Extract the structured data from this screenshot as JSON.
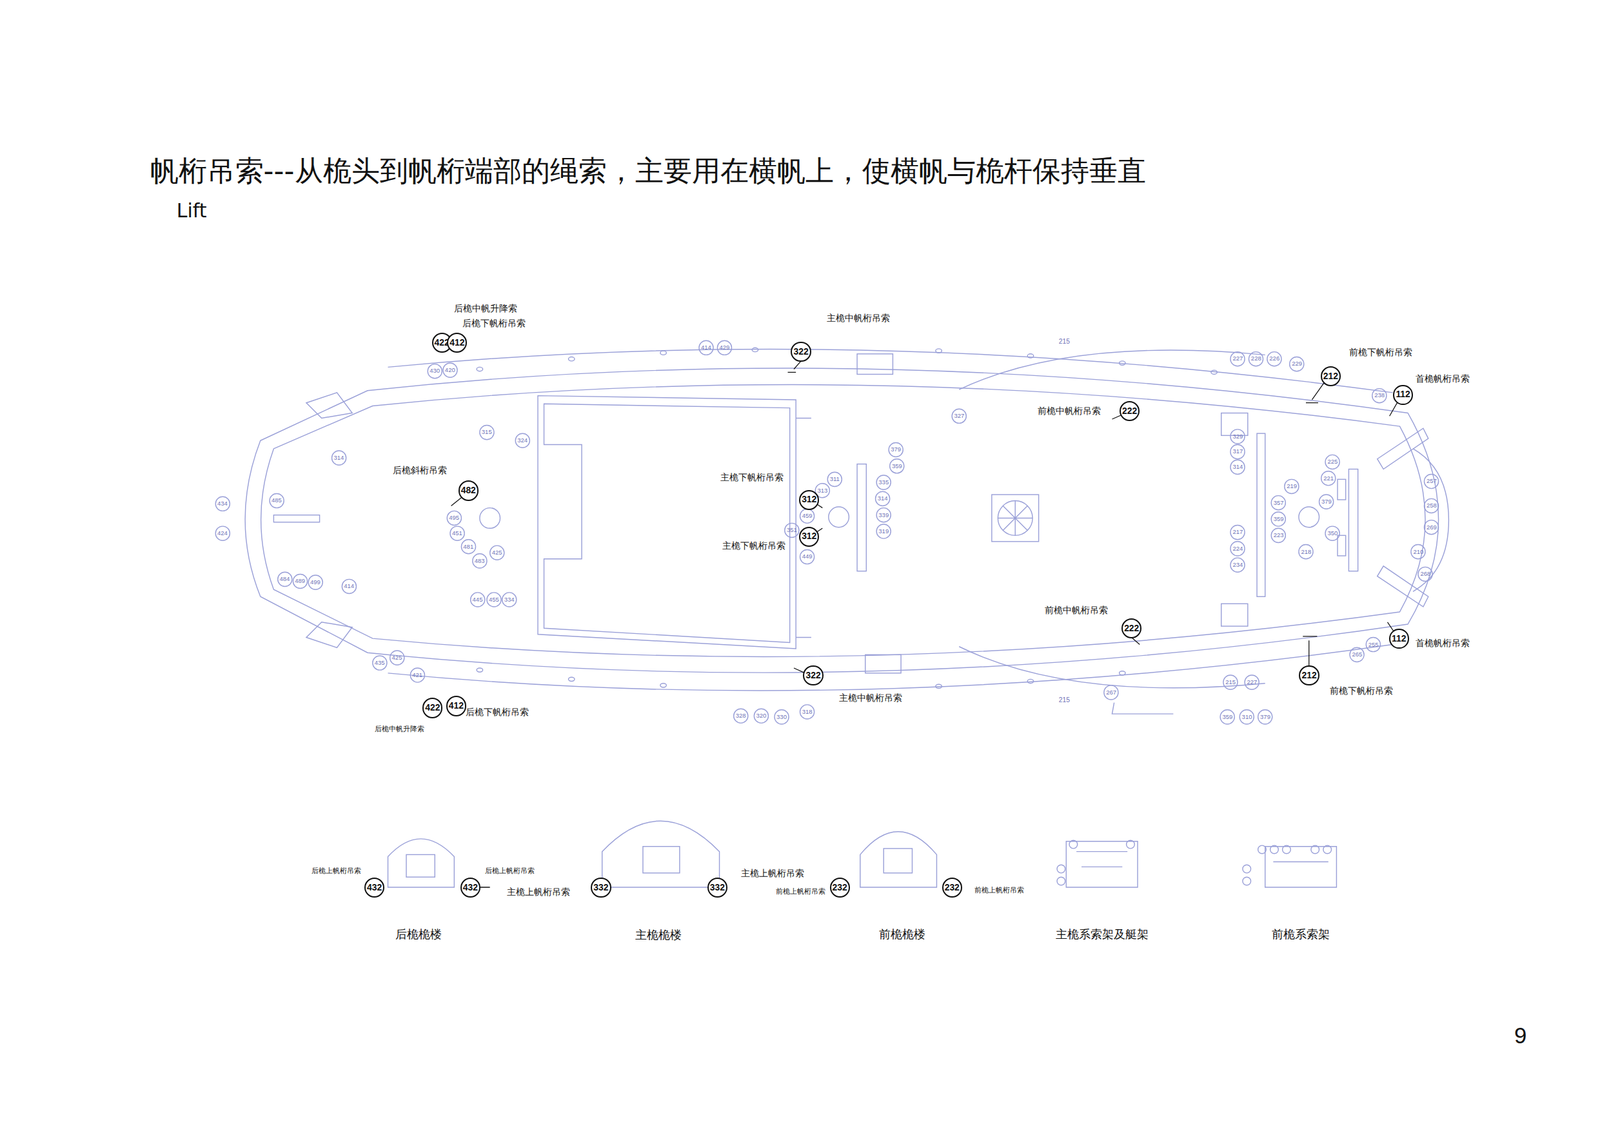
{
  "diagram": {
    "title": "帆桁吊索---从桅头到帆桁端部的绳索，主要用在横帆上，使横帆与桅杆保持垂直",
    "nodes": [
      {
        "text": [
          "422"
        ]
      },
      {
        "text": [
          "412"
        ]
      },
      {
        "text": [
          "322"
        ]
      },
      {
        "text": [
          "212"
        ]
      },
      {
        "text": [
          "112"
        ]
      },
      {
        "text": [
          "222"
        ]
      },
      {
        "text": [
          "482"
        ]
      },
      {
        "text": [
          "312"
        ]
      },
      {
        "text": [
          "312"
        ]
      },
      {
        "text": [
          "222"
        ]
      },
      {
        "text": [
          "112"
        ]
      },
      {
        "text": [
          "212"
        ]
      },
      {
        "text": [
          "322"
        ]
      },
      {
        "text": [
          "422"
        ]
      },
      {
        "text": [
          "412"
        ]
      },
      {
        "text": [
          "432"
        ]
      },
      {
        "text": [
          "432"
        ]
      },
      {
        "text": [
          "332"
        ]
      },
      {
        "text": [
          "332"
        ]
      },
      {
        "text": [
          "232"
        ]
      },
      {
        "text": [
          "232"
        ]
      }
    ],
    "labels": [
      "Lift",
      "后桅中帆升降索",
      "后桅下帆桁吊索",
      "主桅中帆桁吊索",
      "前桅下帆桁吊索",
      "首桅帆桁吊索",
      "前桅中帆桁吊索",
      "后桅斜桁吊索",
      "主桅下帆桁吊索",
      "主桅下帆桁吊索",
      "前桅中帆桁吊索",
      "首桅帆桁吊索",
      "前桅下帆桁吊索",
      "主桅中帆桁吊索",
      "后桅中帆升降索",
      "后桅下帆桁吊索",
      "后桅上帆桁吊索",
      "后桅上帆桁吊索",
      "主桅上帆桁吊索",
      "主桅上帆桁吊索",
      "前桅上帆桁吊索",
      "前桅上帆桁吊索",
      "后桅桅楼",
      "主桅桅楼",
      "前桅桅楼",
      "主桅系索架及艇架",
      "前桅系索架",
      "9",
      "215",
      "215",
      "430",
      "420",
      "414",
      "429",
      "327",
      "315",
      "324",
      "314",
      "434",
      "424",
      "485",
      "495",
      "451",
      "481",
      "483",
      "425",
      "484",
      "489",
      "499",
      "414",
      "445",
      "455",
      "334",
      "425",
      "435",
      "421",
      "311",
      "313",
      "459",
      "351",
      "449",
      "379",
      "359",
      "335",
      "314",
      "339",
      "319",
      "328",
      "320",
      "330",
      "318",
      "227",
      "228",
      "226",
      "229",
      "238",
      "329",
      "317",
      "314",
      "217",
      "224",
      "234",
      "219",
      "357",
      "359",
      "223",
      "218",
      "225",
      "221",
      "379",
      "350",
      "257",
      "258",
      "269",
      "210",
      "268",
      "267",
      "215",
      "227",
      "359",
      "310",
      "379",
      "265",
      "255"
    ]
  }
}
